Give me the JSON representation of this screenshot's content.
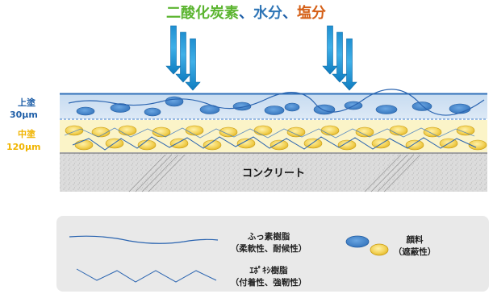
{
  "title": {
    "part1": "二酸化炭素",
    "sep1": "、",
    "part2": "水分",
    "sep2": "、",
    "part3": "塩分",
    "colors": {
      "part1": "#5cb531",
      "part2": "#2e75b6",
      "part3": "#d55f16",
      "sep": "#1f5fa8"
    }
  },
  "layers": {
    "top": {
      "name": "上塗",
      "thickness": "30μm",
      "color": "#1f5fa8"
    },
    "middle": {
      "name": "中塗",
      "thickness": "120μm",
      "color": "#f0b400"
    },
    "concrete": "コンクリート"
  },
  "legend": {
    "fluorine_resin": {
      "name": "ふっ素樹脂",
      "property": "（柔軟性、耐候性）"
    },
    "epoxy_resin": {
      "name": "ｴﾎﾟｷｼ樹脂",
      "property": "（付着性、強靭性）"
    },
    "pigment": {
      "name": "顔料",
      "property": "（遮蔽性）"
    }
  },
  "icons": {
    "arrows": "down-arrow-icon",
    "pigment_blue": "blue-pigment-particle",
    "pigment_yellow": "yellow-pigment-particle"
  }
}
